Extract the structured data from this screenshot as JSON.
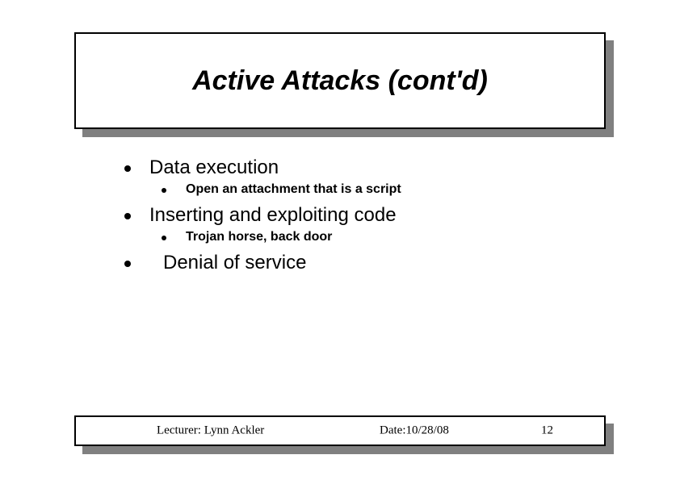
{
  "slide": {
    "title": "Active Attacks (cont'd)",
    "bullets": [
      {
        "level": 1,
        "text": "Data execution"
      },
      {
        "level": 2,
        "text": "Open an attachment that is a script"
      },
      {
        "level": 1,
        "text": "Inserting and exploiting code"
      },
      {
        "level": 2,
        "text": "Trojan horse, back door"
      },
      {
        "level": 1,
        "text": "Denial of service"
      }
    ],
    "footer": {
      "lecturer": "Lecturer: Lynn Ackler",
      "date": "Date:10/28/08",
      "page_number": "12"
    },
    "colors": {
      "background": "#ffffff",
      "text": "#000000",
      "border": "#000000",
      "shadow": "#808080"
    }
  }
}
